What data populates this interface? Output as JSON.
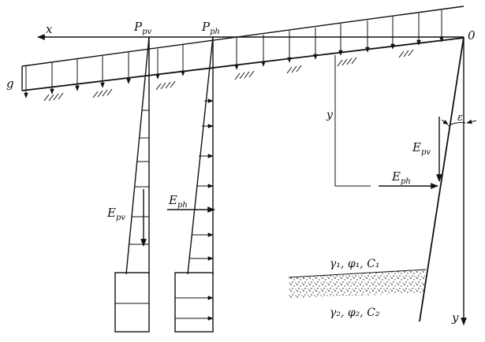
{
  "labels": {
    "x_axis": "x",
    "origin": "0",
    "g": "g",
    "p_pv": "P",
    "p_pv_sub": "pv",
    "p_ph": "P",
    "p_ph_sub": "ph",
    "y_inner": "y",
    "y_axis": "y",
    "epsilon": "ε",
    "e_pv_right": "E",
    "e_pv_right_sub": "pv",
    "e_ph_right": "E",
    "e_ph_right_sub": "ph",
    "e_pv_left": "E",
    "e_pv_left_sub": "pv",
    "e_ph_left": "E",
    "e_ph_left_sub": "ph",
    "soil_layer1": "γ₁, φ₁, C₁",
    "soil_layer2": "γ₂, φ₂, C₂"
  }
}
